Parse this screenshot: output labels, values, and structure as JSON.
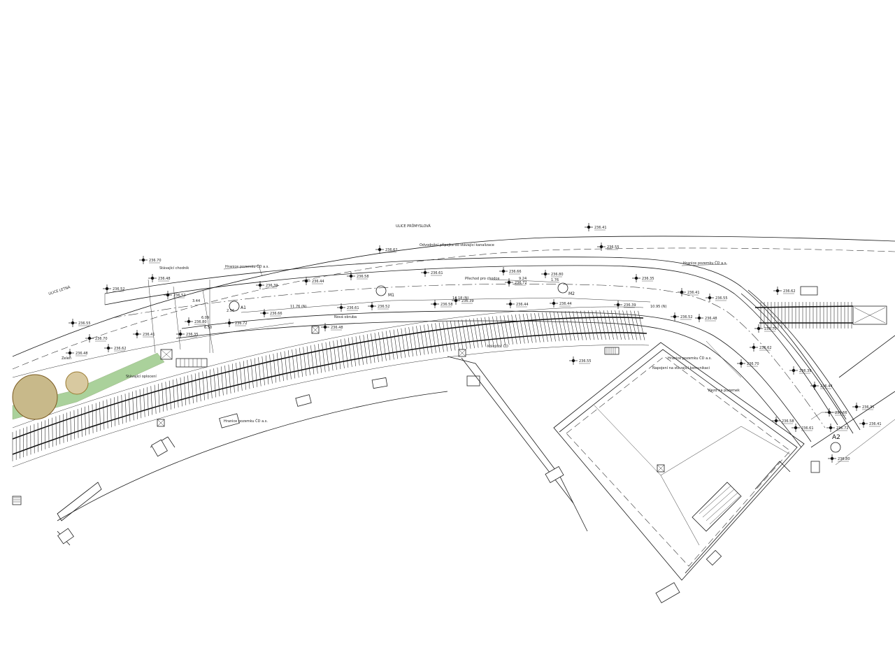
{
  "drawing": {
    "road_label": "ULICE PRŮMYSLOVÁ",
    "road_label_2": "ULICE LETNÁ",
    "note_top": "Odvodnění přípojka do stávající kanalizace",
    "station_labels": [
      "A1",
      "M1",
      "M2",
      "A2"
    ],
    "dimension_labels": [
      "14.18 (N)",
      "11.76 (N)",
      "10.95 (N)",
      "9.24",
      "1.76",
      "2.56",
      "6.09",
      "6.50",
      "3.44"
    ],
    "boundary_labels": [
      "Hranice pozemku ČD a.s.",
      "Hranice pozemku ČD a.s.",
      "Hranice pozemku ČD a.s.",
      "Hranice pozemku ČD a.s."
    ],
    "spot_elevations": [
      "236.41",
      "236.55",
      "236.62",
      "236.70",
      "236.48",
      "236.52",
      "236.39",
      "236.44",
      "236.58",
      "236.61",
      "236.66",
      "236.72",
      "236.80",
      "236.35"
    ],
    "notes": [
      "Stávající chodník",
      "Nová obruba",
      "Přechod pro chodce",
      "Stávající oplocení",
      "Zeleň",
      "Vjezd na pozemek",
      "Napojení na stávající komunikaci",
      "Kolejiště ČD"
    ]
  },
  "colors": {
    "line": "#1a1a1a",
    "vegetation": "#9cc98a",
    "tree": "#c8b98a"
  }
}
